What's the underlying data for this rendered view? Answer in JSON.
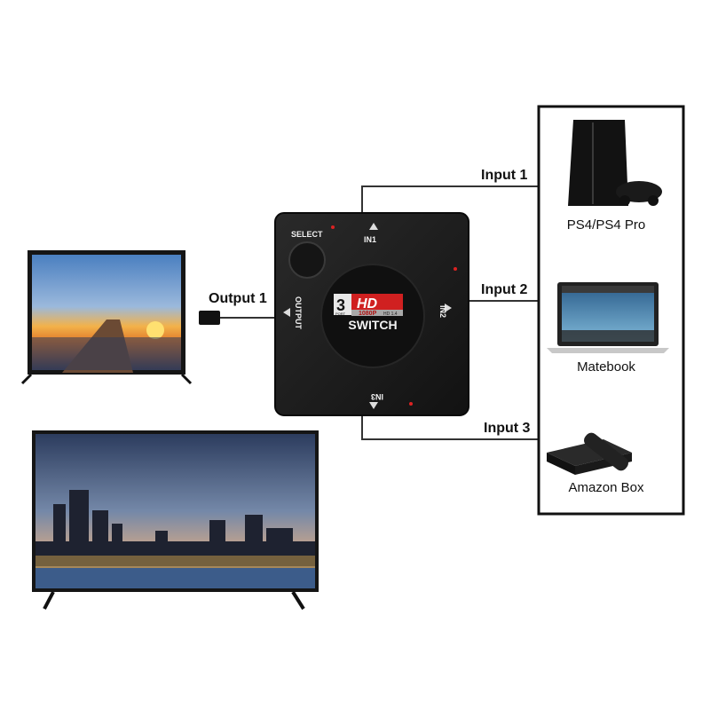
{
  "switch": {
    "select_label": "SELECT",
    "in1_label": "IN1",
    "in2_label": "IN2",
    "in3_label": "IN3",
    "output_label": "OUTPUT",
    "logo_port_count": "3",
    "logo_port_word": "PORT",
    "logo_hd": "HD",
    "logo_resolution": "1080P",
    "logo_version": "HD 1.4",
    "logo_switch": "SWITCH"
  },
  "connections": {
    "output1": "Output 1",
    "input1": "Input 1",
    "input2": "Input 2",
    "input3": "Input 3"
  },
  "devices": {
    "ps4": "PS4/PS4 Pro",
    "matebook": "Matebook",
    "amazon_box": "Amazon Box"
  },
  "colors": {
    "switch_body": "#1c1c1c",
    "line": "#333333",
    "sunset": "#f0a030",
    "city_sky": "#5a6e8c"
  }
}
